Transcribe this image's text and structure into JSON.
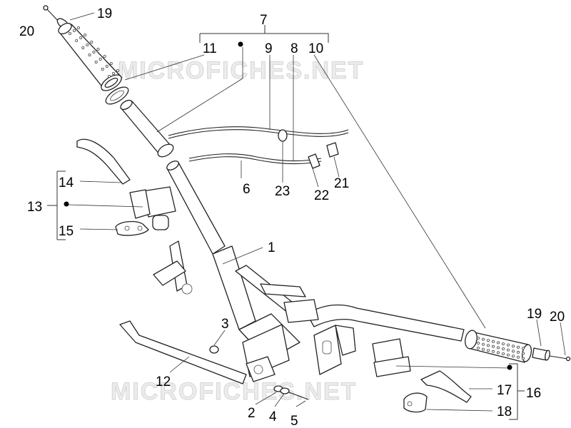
{
  "watermark": {
    "top": "MICROFICHES.NET",
    "bottom": "MICROFICHES.NET"
  },
  "callouts": {
    "n1": "1",
    "n2": "2",
    "n3": "3",
    "n4": "4",
    "n5": "5",
    "n6": "6",
    "n7": "7",
    "n8": "8",
    "n9": "9",
    "n10": "10",
    "n11": "11",
    "n12": "12",
    "n13": "13",
    "n14": "14",
    "n15": "15",
    "n16": "16",
    "n17": "17",
    "n18": "18",
    "n19_left": "19",
    "n19_right": "19",
    "n20_left": "20",
    "n20_right": "20",
    "n21": "21",
    "n22": "22",
    "n23": "23"
  },
  "icons": {
    "grip": "grip-icon",
    "handlebar": "handlebar-icon",
    "lever": "brake-lever-icon",
    "master_cylinder": "master-cylinder-icon",
    "cable": "cable-icon",
    "bolt": "bolt-icon"
  },
  "colors": {
    "line": "#222222",
    "watermark": "#d6d6d6",
    "background": "#ffffff"
  }
}
